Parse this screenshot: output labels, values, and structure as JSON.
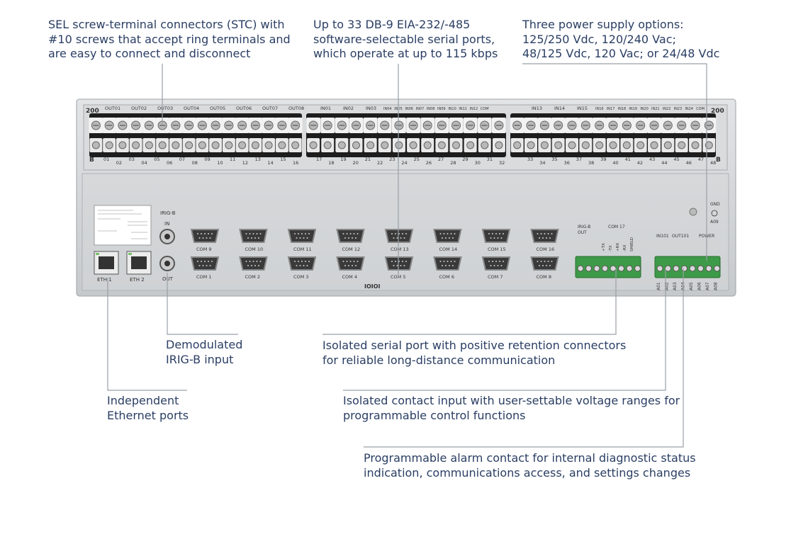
{
  "callouts": {
    "stc": [
      "SEL screw-terminal connectors (STC) with",
      "#10 screws that accept ring terminals and",
      "are easy to connect and disconnect"
    ],
    "serial": [
      "Up to 33 DB-9 EIA-232/-485",
      "software-selectable serial ports,",
      "which operate at up to 115 kbps"
    ],
    "power": [
      "Three power supply options:",
      "125/250 Vdc, 120/240 Vac;",
      "48/125 Vdc, 120 Vac; or 24/48 Vdc"
    ],
    "irig": [
      "Demodulated",
      "IRIG-B input"
    ],
    "isolated_serial": [
      "Isolated serial port with positive retention connectors",
      "for reliable long-distance communication"
    ],
    "ethernet": [
      "Independent",
      "Ethernet ports"
    ],
    "contact_input": [
      "Isolated contact input with user-settable voltage ranges for",
      "programmable control functions"
    ],
    "alarm": [
      "Programmable alarm contact for internal diagnostic status",
      "indication, communications access, and settings changes"
    ]
  },
  "device": {
    "model_number": "200",
    "side_label": "B",
    "output_labels": [
      "OUT01",
      "OUT02",
      "OUT03",
      "OUT04",
      "OUT05",
      "OUT06",
      "OUT07",
      "OUT08"
    ],
    "input_labels_a": [
      "IN01",
      "IN02",
      "IN03",
      "IN04",
      "IN05",
      "IN06",
      "IN07",
      "IN08",
      "IN09",
      "IN10",
      "IN11",
      "IN12",
      "COM"
    ],
    "input_labels_b": [
      "IN13",
      "IN14",
      "IN15",
      "IN16",
      "IN17",
      "IN18",
      "IN19",
      "IN20",
      "IN21",
      "IN22",
      "IN23",
      "IN24",
      "COM"
    ],
    "terminal_numbers_1": [
      "01",
      "02",
      "03",
      "04",
      "05",
      "06",
      "07",
      "08",
      "09",
      "10",
      "11",
      "12",
      "13",
      "14",
      "15",
      "16"
    ],
    "terminal_numbers_2": [
      "17",
      "18",
      "19",
      "20",
      "21",
      "22",
      "23",
      "24",
      "25",
      "26",
      "27",
      "28",
      "29",
      "30",
      "31",
      "32"
    ],
    "terminal_numbers_3": [
      "33",
      "34",
      "35",
      "36",
      "37",
      "38",
      "39",
      "40",
      "41",
      "42",
      "43",
      "44",
      "45",
      "46",
      "47",
      "48"
    ],
    "com_top": [
      "COM 9",
      "COM 10",
      "COM 11",
      "COM 12",
      "COM 13",
      "COM 14",
      "COM 15",
      "COM 16"
    ],
    "com_bottom": [
      "COM 1",
      "COM 2",
      "COM 3",
      "COM 4",
      "COM 5",
      "COM 6",
      "COM 7",
      "COM 8"
    ],
    "eth_labels": [
      "ETH 1",
      "ETH 2"
    ],
    "irig_label": "IRIG-B",
    "irig_in": "IN",
    "irig_out": "OUT",
    "irig_b_out": "IRIG-B\nOUT",
    "com17_label": "COM 17",
    "com17_pins": [
      "+TX",
      "-TX",
      "+RX",
      "-RX",
      "SHIELD"
    ],
    "in101": "IN101",
    "out101": "OUT101",
    "power_label": "POWER",
    "gnd_label": "GND",
    "a09_label": "A09",
    "a_terms": [
      "A01",
      "A02",
      "A03",
      "A04",
      "A05",
      "A06",
      "A07",
      "A08"
    ],
    "binary_logo": "IOIOI",
    "colors": {
      "text": "#2a3e63",
      "panel": "#cfd2d5",
      "connector": "#1d1d1d",
      "terminal_green": "#3d9a48"
    }
  }
}
